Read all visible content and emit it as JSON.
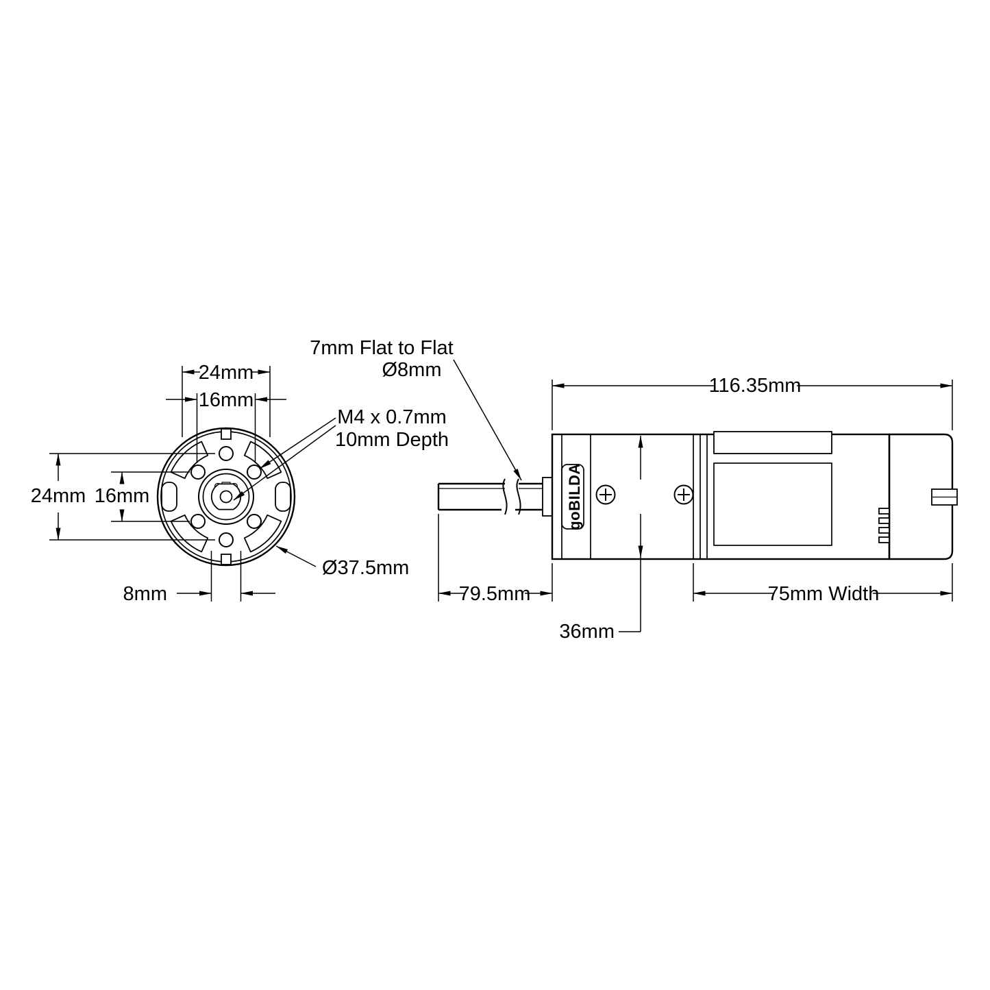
{
  "colors": {
    "line": "#000000",
    "background": "#ffffff"
  },
  "front_view": {
    "dim_top_outer": "24mm",
    "dim_top_inner": "16mm",
    "dim_side_outer": "24mm",
    "dim_side_inner": "16mm",
    "dim_bottom": "8mm",
    "dim_outer_diameter": "Ø37.5mm",
    "tap_note_line1": "M4 x 0.7mm",
    "tap_note_line2": "10mm Depth"
  },
  "shaft": {
    "flat_note": "7mm Flat to Flat",
    "diameter_note": "Ø8mm",
    "dim_length": "79.5mm"
  },
  "side_view": {
    "dim_overall_length": "116.35mm",
    "dim_body_width": "75mm Width",
    "dim_gearbox_diameter": "36mm",
    "logo_text": "goBILDA"
  }
}
